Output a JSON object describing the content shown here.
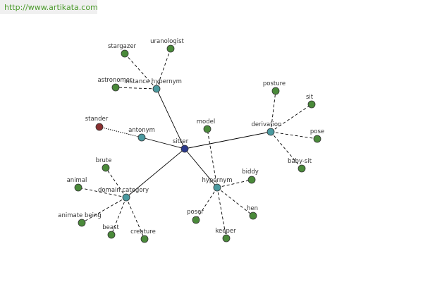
{
  "site": {
    "url": "http://www.artikata.com"
  },
  "colors": {
    "center": "#2b3a8c",
    "hub": "#4a9aa0",
    "leaf": "#4a8a3a",
    "negative": "#8a3030"
  },
  "graph": {
    "nodes": [
      {
        "id": "sitter",
        "label": "sitter",
        "kind": "center"
      },
      {
        "id": "instance-hypernym",
        "label": "instance hypernym",
        "kind": "hub"
      },
      {
        "id": "antonym",
        "label": "antonym",
        "kind": "hub"
      },
      {
        "id": "derivation",
        "label": "derivation",
        "kind": "hub"
      },
      {
        "id": "hypernym",
        "label": "hypernym",
        "kind": "hub"
      },
      {
        "id": "domain-category",
        "label": "domain category",
        "kind": "hub"
      },
      {
        "id": "stargazer",
        "label": "stargazer",
        "kind": "leaf"
      },
      {
        "id": "uranologist",
        "label": "uranologist",
        "kind": "leaf"
      },
      {
        "id": "astronomer",
        "label": "astronomer",
        "kind": "leaf"
      },
      {
        "id": "stander",
        "label": "stander",
        "kind": "negative"
      },
      {
        "id": "posture",
        "label": "posture",
        "kind": "leaf"
      },
      {
        "id": "sit",
        "label": "sit",
        "kind": "leaf"
      },
      {
        "id": "pose",
        "label": "pose",
        "kind": "leaf"
      },
      {
        "id": "baby-sit",
        "label": "baby-sit",
        "kind": "leaf"
      },
      {
        "id": "model",
        "label": "model",
        "kind": "leaf"
      },
      {
        "id": "biddy",
        "label": "biddy",
        "kind": "leaf"
      },
      {
        "id": "hen",
        "label": "hen",
        "kind": "leaf"
      },
      {
        "id": "keeper",
        "label": "keeper",
        "kind": "leaf"
      },
      {
        "id": "poser",
        "label": "poser",
        "kind": "leaf"
      },
      {
        "id": "brute",
        "label": "brute",
        "kind": "leaf"
      },
      {
        "id": "animal",
        "label": "animal",
        "kind": "leaf"
      },
      {
        "id": "animate-being",
        "label": "animate being",
        "kind": "leaf"
      },
      {
        "id": "beast",
        "label": "beast",
        "kind": "leaf"
      },
      {
        "id": "creature",
        "label": "creature",
        "kind": "leaf"
      }
    ],
    "edges": [
      {
        "from": "sitter",
        "to": "instance-hypernym",
        "style": "solid"
      },
      {
        "from": "sitter",
        "to": "antonym",
        "style": "solid"
      },
      {
        "from": "sitter",
        "to": "derivation",
        "style": "solid"
      },
      {
        "from": "sitter",
        "to": "hypernym",
        "style": "solid"
      },
      {
        "from": "sitter",
        "to": "domain-category",
        "style": "solid"
      },
      {
        "from": "instance-hypernym",
        "to": "stargazer",
        "style": "dashed"
      },
      {
        "from": "instance-hypernym",
        "to": "uranologist",
        "style": "dashed"
      },
      {
        "from": "instance-hypernym",
        "to": "astronomer",
        "style": "dashed"
      },
      {
        "from": "antonym",
        "to": "stander",
        "style": "dotted"
      },
      {
        "from": "derivation",
        "to": "posture",
        "style": "dashed"
      },
      {
        "from": "derivation",
        "to": "sit",
        "style": "dashed"
      },
      {
        "from": "derivation",
        "to": "pose",
        "style": "dashed"
      },
      {
        "from": "derivation",
        "to": "baby-sit",
        "style": "dashed"
      },
      {
        "from": "hypernym",
        "to": "model",
        "style": "dashed"
      },
      {
        "from": "hypernym",
        "to": "biddy",
        "style": "dashed"
      },
      {
        "from": "hypernym",
        "to": "hen",
        "style": "dashed"
      },
      {
        "from": "hypernym",
        "to": "keeper",
        "style": "dashed"
      },
      {
        "from": "hypernym",
        "to": "poser",
        "style": "dashed"
      },
      {
        "from": "domain-category",
        "to": "brute",
        "style": "dashed"
      },
      {
        "from": "domain-category",
        "to": "animal",
        "style": "dashed"
      },
      {
        "from": "domain-category",
        "to": "animate-being",
        "style": "dashed"
      },
      {
        "from": "domain-category",
        "to": "beast",
        "style": "dashed"
      },
      {
        "from": "domain-category",
        "to": "creature",
        "style": "dashed"
      }
    ]
  }
}
